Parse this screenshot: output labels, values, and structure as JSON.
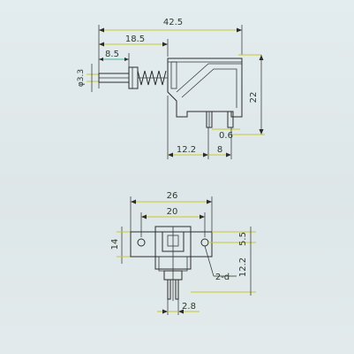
{
  "colors": {
    "background": "#dfe8ea",
    "drawing_line": "#2c2c2c",
    "dimension_line_yellow": "#c8c830",
    "dimension_line_teal": "#48b7a2"
  },
  "side_view": {
    "dimensions": {
      "overall_length": "42.5",
      "plunger_length": "18.5",
      "stem_length": "8.5",
      "stem_diameter": "φ3.3",
      "height": "22",
      "pin_thickness": "0.6",
      "pin_offset": "12.2",
      "pin_pitch": "8"
    }
  },
  "bottom_view": {
    "dimensions": {
      "mount_width": "26",
      "hole_spacing": "20",
      "flange_height": "14",
      "hole_offset": "5.5",
      "pin_row_offset": "12.2",
      "hole_callout": "2-d",
      "pin_width": "2.8"
    }
  }
}
